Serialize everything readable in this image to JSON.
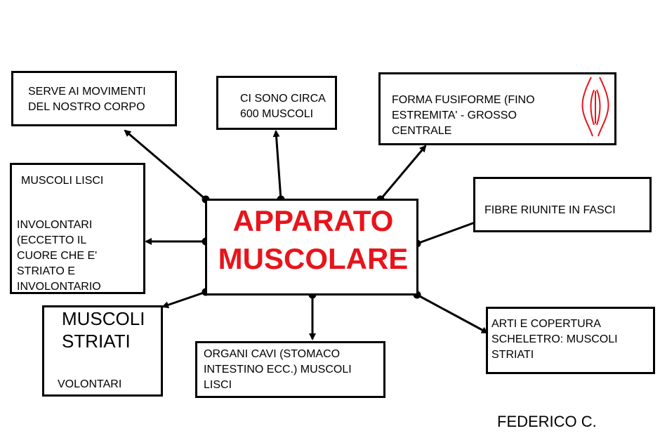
{
  "central": {
    "title": "APPARATO\nMUSCOLARE"
  },
  "nodes": {
    "movimenti": "SERVE AI MOVIMENTI\nDEL NOSTRO CORPO",
    "numero": "CI SONO CIRCA\n600 MUSCOLI",
    "forma": "FORMA FUSIFORME (FINO\nESTREMITA' - GROSSO\nCENTRALE",
    "fibre": "FIBRE RIUNITE IN FASCI",
    "lisci_title": "MUSCOLI LISCI",
    "lisci_desc": "INVOLONTARI\n(ECCETTO IL\nCUORE CHE E'\nSTRIATO E\nINVOLONTARIO",
    "striati_title": "MUSCOLI\nSTRIATI",
    "striati_desc": "VOLONTARI",
    "organi": "ORGANI CAVI (STOMACO\nINTESTINO ECC.) MUSCOLI\nLISCI",
    "arti": "ARTI E COPERTURA\nSCHELETRO: MUSCOLI\nSTRIATI"
  },
  "author": "FEDERICO C.",
  "colors": {
    "title": "#e8141b",
    "muscle_icon": "#e8141b",
    "lines": "#000000"
  },
  "icons": {
    "muscle": "fusiform-muscle-icon"
  }
}
